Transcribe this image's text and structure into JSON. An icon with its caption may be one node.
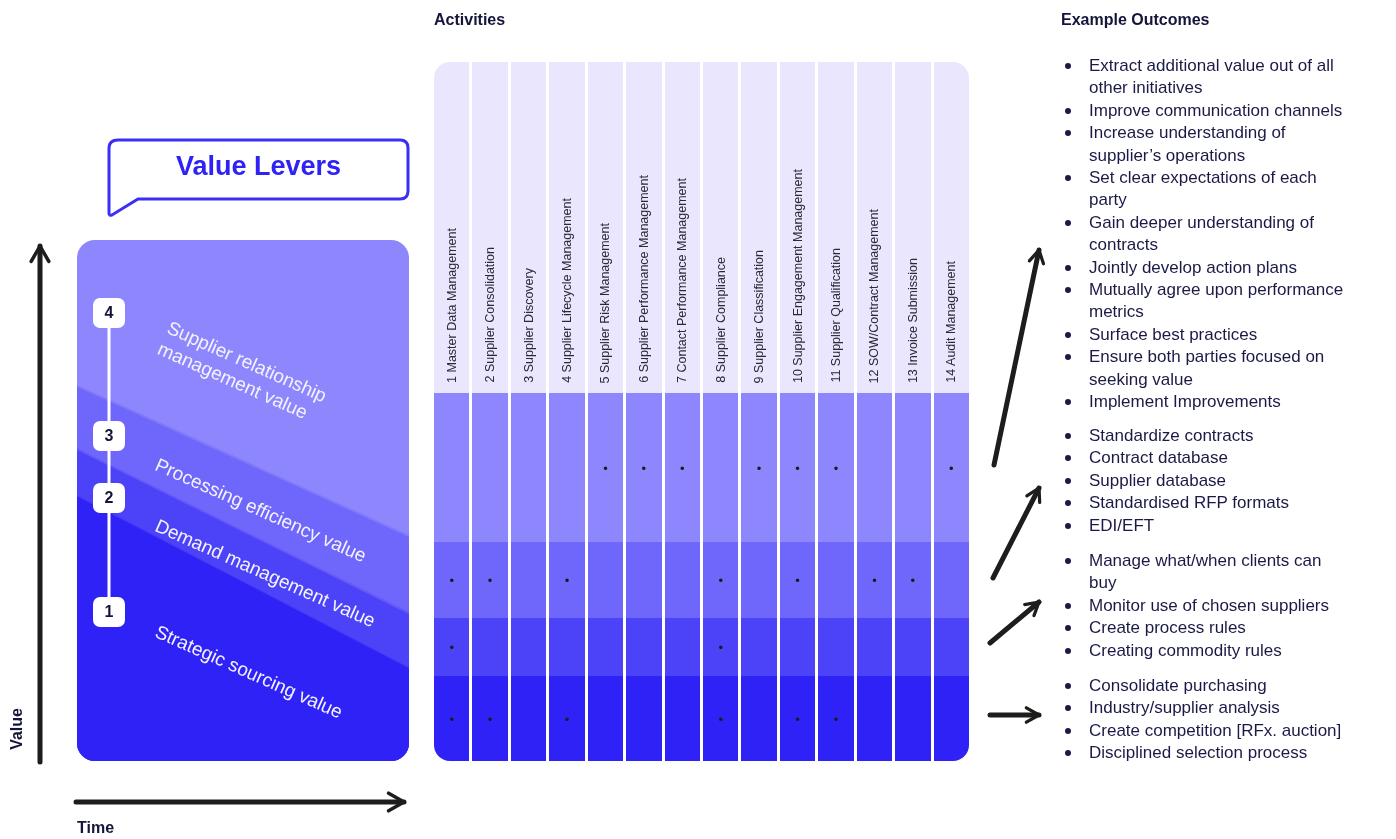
{
  "diagram": {
    "nodes": [
      {
        "text": [
          "Value Levers"
        ]
      },
      {
        "text": [
          "Supplier relationship management value"
        ]
      },
      {
        "text": [
          "Processing efficiency value"
        ],
        "in": 1
      },
      {
        "text": [
          "Demand management value"
        ],
        "in": 2
      },
      {
        "text": [
          "Strategic sourcing value"
        ],
        "in": 3
      },
      {
        "text": [
          "4"
        ],
        "in": 1
      },
      {
        "text": [
          "3"
        ],
        "in": 2
      },
      {
        "text": [
          "2"
        ],
        "in": 3
      },
      {
        "text": [
          "1"
        ],
        "in": 4
      },
      {
        "text": [
          "Extract additional value out of all other initiatives",
          "Improve communication channels",
          "Increase understanding of supplier’s operations",
          "Set clear expectations of each party",
          "Gain deeper understanding of contracts",
          "Jointly develop action plans",
          "Mutually agree upon performance metrics",
          "Surface best practices",
          "Ensure both parties focused on seeking value",
          "Implement Improvements"
        ]
      },
      {
        "text": [
          "Standardize contracts",
          "Contract database",
          "Supplier database",
          "Standardised RFP formats",
          "EDI/EFT"
        ]
      },
      {
        "text": [
          "Manage what/when clients can buy",
          "Monitor use of chosen suppliers",
          "Create process rules",
          "Creating commodity rules"
        ]
      },
      {
        "text": [
          "Consolidate purchasing",
          "Industry/supplier analysis",
          "Create competition [RFx. auction]",
          "Disciplined selection process"
        ]
      }
    ],
    "edges": [
      {
        "from": 5,
        "to": 6,
        "arrow": "none",
        "color": "#ffffff"
      },
      {
        "from": 6,
        "to": 7,
        "arrow": "none",
        "color": "#ffffff"
      },
      {
        "from": 7,
        "to": 8,
        "arrow": "none",
        "color": "#ffffff"
      },
      {
        "from": null,
        "to": 9,
        "arrow": "to"
      },
      {
        "from": null,
        "to": 10,
        "arrow": "to"
      },
      {
        "from": null,
        "to": 11,
        "arrow": "to"
      },
      {
        "from": null,
        "to": 12,
        "arrow": "to"
      }
    ],
    "labels": [
      "Activities",
      "Example Outcomes",
      "1 Master Data Management",
      "2 Supplier Consolidation",
      "3 Supplier Discovery",
      "4 Supplier Lifecycle Management",
      "5 Supplier Risk Management",
      "6 Supplier Performance Management",
      "7 Contact Performance Management",
      "8 Supplier Compliance",
      "9 Supplier Classification",
      "10 Supplier Engagement Management",
      "11 Supplier Qualification",
      "12 SOW/Contract Management",
      "13 Invoice Submission",
      "14 Audit Management",
      "•",
      "•",
      "•",
      "•",
      "•",
      "•",
      "•",
      "•",
      "•",
      "•",
      "•",
      "•",
      "•",
      "•",
      "•",
      "•",
      "•",
      "•",
      "•",
      "•",
      "•",
      "•",
      "Value",
      "Time"
    ]
  }
}
